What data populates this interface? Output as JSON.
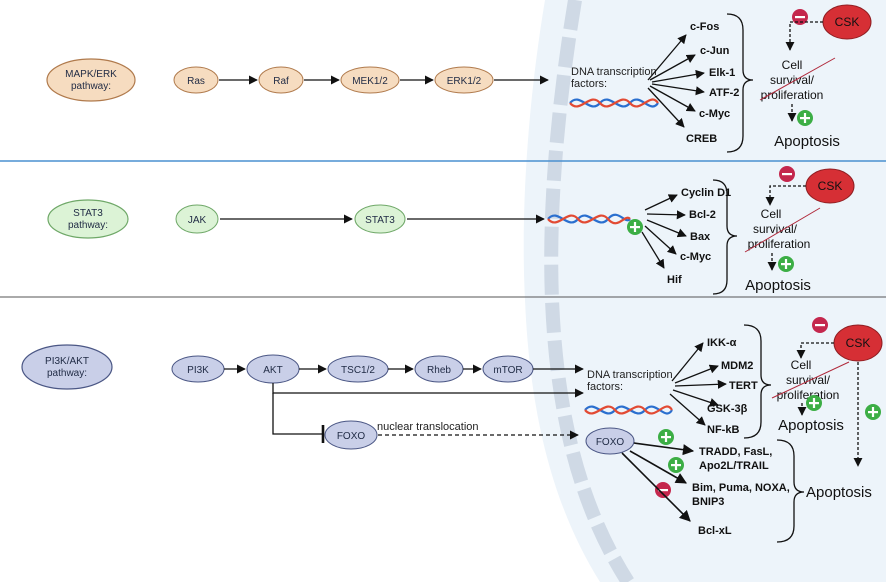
{
  "colors": {
    "mapk_fill": "#f6dcc0",
    "mapk_stroke": "#b07a4c",
    "stat3_fill": "#dcf3d6",
    "stat3_stroke": "#6fa868",
    "pi3k_fill": "#c9cfe8",
    "pi3k_stroke": "#4b5785",
    "csk_fill": "#d62f35",
    "plus": "#3cae45",
    "minus": "#c4274d",
    "nucleus": "#edf4fa",
    "divider": "#4a90d0"
  },
  "panels": {
    "mapk": {
      "pathway_label": [
        "MAPK/ERK",
        "pathway:"
      ],
      "nodes": [
        "Ras",
        "Raf",
        "MEK1/2",
        "ERK1/2"
      ],
      "tf_label": [
        "DNA transcription",
        "factors:"
      ],
      "targets": [
        "c-Fos",
        "c-Jun",
        "Elk-1",
        "ATF-2",
        "c-Myc",
        "CREB"
      ],
      "csk": "CSK",
      "outcome": [
        "Cell",
        "survival/",
        "proliferation"
      ],
      "apoptosis": "Apoptosis"
    },
    "stat3": {
      "pathway_label": [
        "STAT3",
        "pathway:"
      ],
      "nodes": [
        "JAK",
        "STAT3"
      ],
      "targets": [
        "Cyclin D1",
        "Bcl-2",
        "Bax",
        "c-Myc",
        "Hif"
      ],
      "csk": "CSK",
      "outcome": [
        "Cell",
        "survival/",
        "proliferation"
      ],
      "apoptosis": "Apoptosis"
    },
    "pi3k": {
      "pathway_label": [
        "PI3K/AKT",
        "pathway:"
      ],
      "nodes": [
        "PI3K",
        "AKT",
        "TSC1/2",
        "Rheb",
        "mTOR"
      ],
      "foxo": "FOXO",
      "nuclear_translocation": "nuclear translocation",
      "tf_label": [
        "DNA transcription",
        "factors:"
      ],
      "targets": [
        "IKK-α",
        "MDM2",
        "TERT",
        "GSK-3β",
        "NF-kB"
      ],
      "foxo_nuclear": "FOXO",
      "foxo_targets": [
        "TRADD, FasL,",
        "Apo2L/TRAIL",
        "Bim, Puma, NOXA,",
        "BNIP3",
        "Bcl-xL"
      ],
      "csk": "CSK",
      "outcome": [
        "Cell",
        "survival/",
        "proliferation"
      ],
      "apoptosis_upper": "Apoptosis",
      "apoptosis_lower": "Apoptosis"
    }
  }
}
